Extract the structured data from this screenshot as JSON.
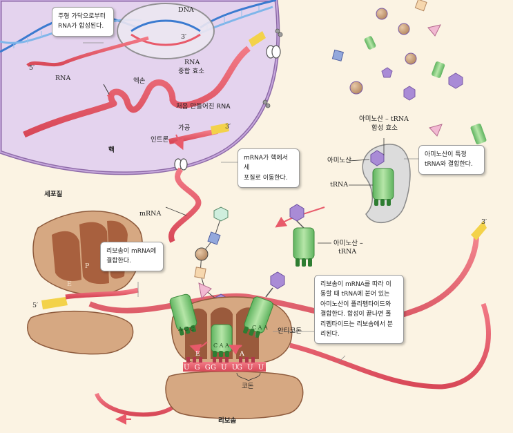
{
  "labels": {
    "dna": "DNA",
    "five_prime_top": "5′",
    "three_prime_poly": "3′",
    "rna": "RNA",
    "rna_polymerase_line1": "RNA",
    "rna_polymerase_line2": "중합 효소",
    "exon": "엑손",
    "initial_rna": "처음 만들어진 RNA",
    "processing": "가공",
    "intron": "인트론",
    "three_prime_processed": "3′",
    "nucleus": "핵",
    "cytoplasm": "세포질",
    "mrna": "mRNA",
    "amino_acid_trna_synthetase_line1": "아미노산 – tRNA",
    "amino_acid_trna_synthetase_line2": "합성 효소",
    "amino_acid": "아미노산",
    "trna": "tRNA",
    "aa_trna_line1": "아미노산 –",
    "aa_trna_line2": "tRNA",
    "anticodon": "안티코돈",
    "codon": "코돈",
    "ribosome": "리보솜",
    "five_prime_ribo": "5′",
    "three_prime_right": "3′",
    "site_e_small": "E",
    "site_p_small": "P",
    "site_e": "E",
    "site_a": "A",
    "codon_1": "U G G",
    "codon_2": "G U U",
    "codon_3": "G U U",
    "anticodon_1": "A C C",
    "anticodon_2": "C A A",
    "anticodon_3": "C A A"
  },
  "callouts": {
    "transcription": [
      "주형 가닥으로부터",
      "RNA가 합성된다."
    ],
    "export": [
      "mRNA가 핵에서 세",
      "포질로 이동한다."
    ],
    "charging": [
      "아미노산이 특정",
      "tRNA와 결합한다."
    ],
    "binding": [
      "리보솜이 mRNA에",
      "결합한다."
    ],
    "elongation": [
      "리보솜이 mRNA를 따라 이",
      "동할 때 tRNA에 붙어 있는",
      "아미노산이 폴리펩타이드와",
      "결합한다. 합성이 끝나면 폴",
      "리펩타이드는 리보솜에서 분",
      "리된다."
    ]
  },
  "colors": {
    "background": "#fbf3e3",
    "nucleus": "#e4d3ee",
    "rna_ribbon": "#e85a6a",
    "ribosome": "#d6a882",
    "ribosome_dark": "#9a5a3c",
    "trna": "#8fd08c",
    "dna_blue": "#4a8fd8",
    "amino_acid_purple": "#a98bd6"
  }
}
